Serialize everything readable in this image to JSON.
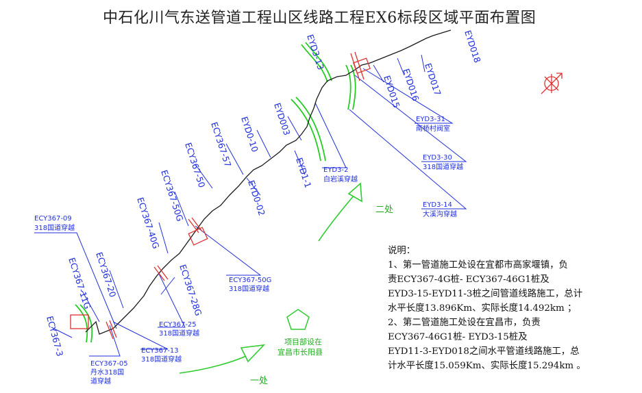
{
  "title": "中石化川气东送管道工程山区线路工程EX6标段区域平面布置图",
  "colors": {
    "route": "#1a1a1a",
    "label": "#1f2ee0",
    "crossing": "#e03030",
    "river": "#22cc22",
    "arrow": "#2ecc2e",
    "compass": "#e03030"
  },
  "stakes": [
    "ECY367-3",
    "ECY367-11G",
    "ECY367-20",
    "ECY367-28G",
    "ECY367-40G",
    "ECY367-50G",
    "ECY367-50",
    "ECY367-57",
    "EYD0-10",
    "EYD0-02",
    "EYD003",
    "EYD1-1",
    "EYD3-13",
    "EYD015",
    "EYD016",
    "EYD017",
    "EYD018"
  ],
  "callouts": [
    {
      "code": "ECY367-09",
      "desc": "318国道穿越"
    },
    {
      "code": "ECY367-05",
      "desc": "丹水318国",
      "desc2": "道穿越"
    },
    {
      "code": "ECY367-13",
      "desc": "318国道穿越"
    },
    {
      "code": "ECY367-25",
      "desc": "318国道穿越"
    },
    {
      "code": "ECY367-50G",
      "desc": "318国道穿越"
    },
    {
      "code": "EYD3-2",
      "desc": "白岩溪穿越"
    },
    {
      "code": "EYD3-31",
      "desc": "南桥村阀室"
    },
    {
      "code": "EYD3-30",
      "desc": "318国道穿越"
    },
    {
      "code": "EYD3-14",
      "desc": "大溪沟穿越"
    }
  ],
  "sections": {
    "first": "一处",
    "second": "二处"
  },
  "project_dept": {
    "line1": "项目部设在",
    "line2": "宜昌市长阳县"
  },
  "notes": {
    "heading": "说明：",
    "lines": [
      "1、第一管道施工处设在宜都市高家堰镇，负",
      "责ECY367-4G桩- ECY367-46G1桩及",
      "EYD3-15-EYD11-3桩之间管道线路施工，总计",
      "水平长度13.896Km、实际长度14.492km ；",
      "2、第二管道施工处设在宜昌市，负责",
      "ECY367-46G1桩- EYD3-15桩及",
      "EYD11-3-EYD018之间水平管道线路施工，总",
      "计水平长度15.059Km、实际长度15.294km 。"
    ]
  }
}
